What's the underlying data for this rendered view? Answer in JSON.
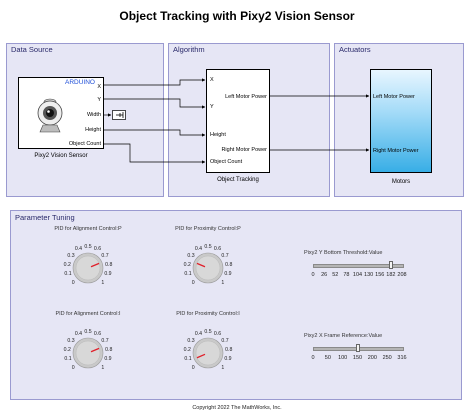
{
  "title": "Object Tracking with Pixy2 Vision Sensor",
  "areas": {
    "data_source": "Data Source",
    "algorithm": "Algorithm",
    "actuators": "Actuators",
    "parameter_tuning": "Parameter Tuning"
  },
  "pixy_block": {
    "badge": "ARDUINO",
    "ports": [
      "X",
      "Y",
      "Width",
      "Height",
      "Object Count"
    ],
    "name": "Pixy2 Vision Sensor"
  },
  "tracking_block": {
    "in_ports": [
      "X",
      "Y",
      "Height",
      "Object Count"
    ],
    "out_ports": [
      "Left Motor Power",
      "Right Motor Power"
    ],
    "name": "Object Tracking"
  },
  "motors_block": {
    "in_ports": [
      "Left Motor Power",
      "Right Motor Power"
    ],
    "name": "Motors"
  },
  "knobs": [
    {
      "title": "PID for Alignment Control:P",
      "ticks": [
        "0",
        "0.1",
        "0.2",
        "0.3",
        "0.4",
        "0.5",
        "0.6",
        "0.7",
        "0.8",
        "0.9",
        "1"
      ],
      "value": 0.75
    },
    {
      "title": "PID for Proximity Control:P",
      "ticks": [
        "0",
        "0.1",
        "0.2",
        "0.3",
        "0.4",
        "0.5",
        "0.6",
        "0.7",
        "0.8",
        "0.9",
        "1"
      ],
      "value": 0.25
    },
    {
      "title": "PID for Alignment Control:I",
      "ticks": [
        "0",
        "0.1",
        "0.2",
        "0.3",
        "0.4",
        "0.5",
        "0.6",
        "0.7",
        "0.8",
        "0.9",
        "1"
      ],
      "value": 0.75
    },
    {
      "title": "PID for Proximity Control:I",
      "ticks": [
        "0",
        "0.1",
        "0.2",
        "0.3",
        "0.4",
        "0.5",
        "0.6",
        "0.7",
        "0.8",
        "0.9",
        "1"
      ],
      "value": 0.08
    }
  ],
  "sliders": [
    {
      "title": "Pixy2 Y Bottom Threshold:Value",
      "ticks": [
        "0",
        "26",
        "52",
        "78",
        "104",
        "130",
        "156",
        "182",
        "208"
      ],
      "value": 182
    },
    {
      "title": "Pixy2 X Frame Reference:Value",
      "ticks": [
        "0",
        "50",
        "100",
        "150",
        "200",
        "250",
        "316"
      ],
      "value": 158
    }
  ],
  "footer": "Copyright 2022 The MathWorks, Inc.",
  "colors": {
    "area_fill": "#e6e6f5",
    "area_border": "#9a9ad0",
    "arduino_badge": "#1f4fd8",
    "knob_pointer": "#e0202a"
  }
}
